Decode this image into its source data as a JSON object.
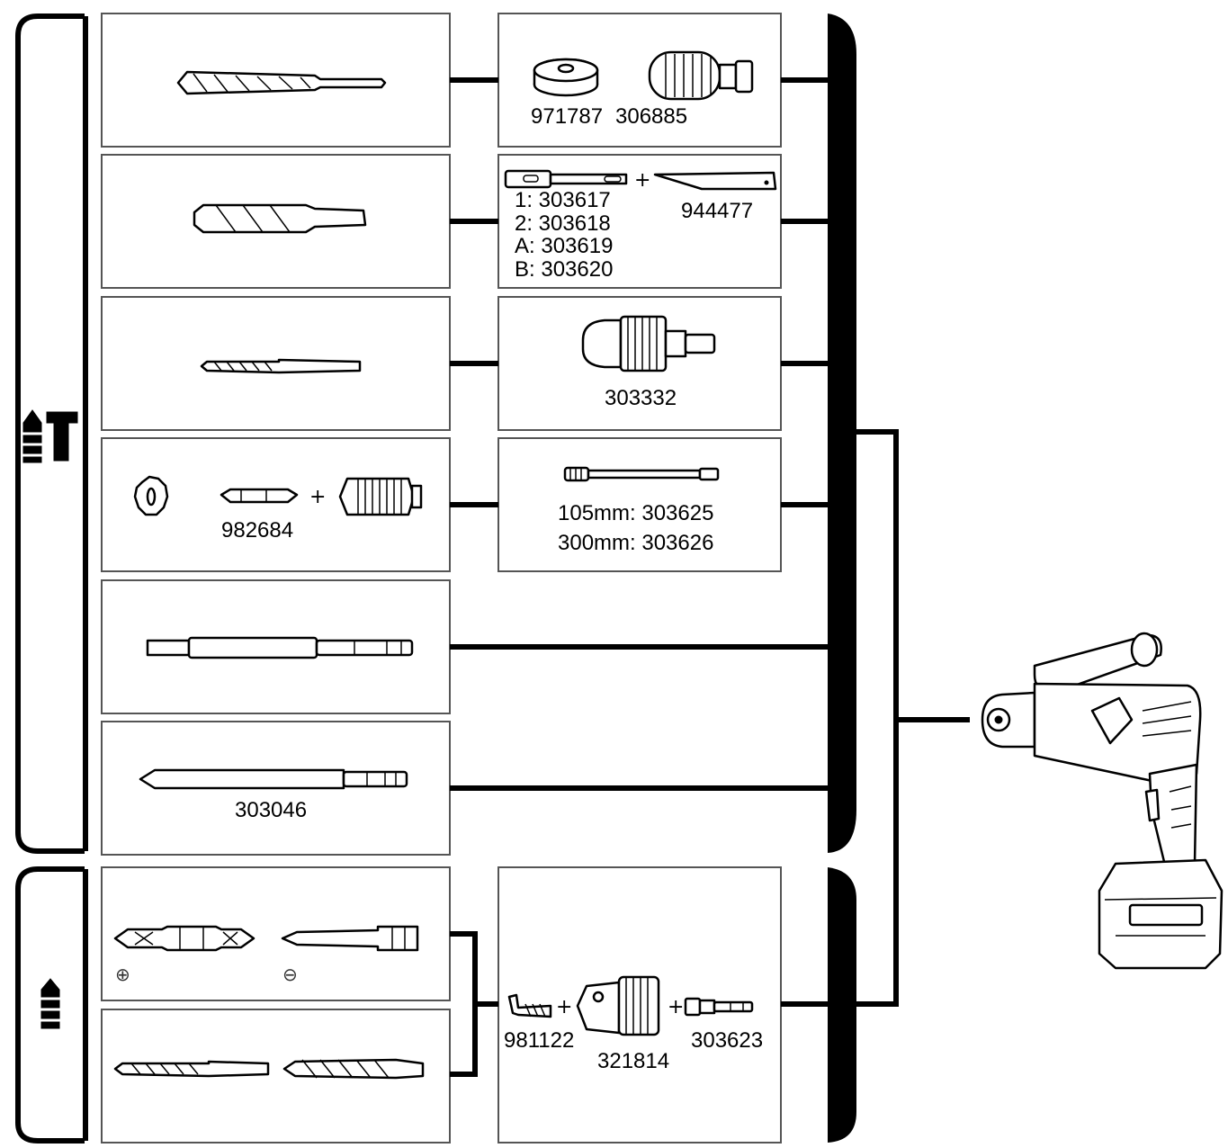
{
  "labels": {
    "row1_left": "971787",
    "row1_right": "306885",
    "row2_accessory": "944477",
    "row2_opt1": "1: 303617",
    "row2_opt2": "2: 303618",
    "row2_optA": "A: 303619",
    "row2_optB": "B: 303620",
    "row3_chuck": "303332",
    "row4_bit": "982684",
    "row4_ext_105": "105mm: 303625",
    "row4_ext_300": "300mm: 303626",
    "row6_chisel": "303046",
    "drill_adapter": "981122",
    "drill_chuck": "321814",
    "drill_sds": "303623"
  },
  "symbols": {
    "plus": "+",
    "phillips": "⊕",
    "slotted": "⊖"
  },
  "icons": {
    "hammer_mode": "hammer-drill-mode-icon",
    "drill_mode": "drill-mode-icon",
    "tool": "rotary-hammer-tool-icon"
  },
  "colors": {
    "line": "#000000",
    "box_border": "#555555",
    "background": "#ffffff"
  }
}
